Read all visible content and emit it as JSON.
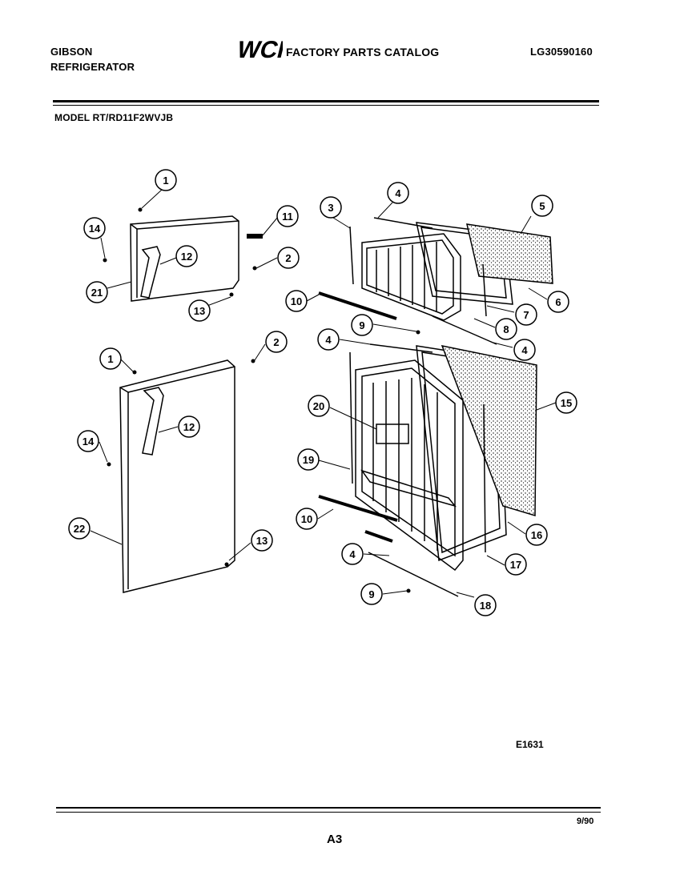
{
  "header": {
    "brand_line1": "GIBSON",
    "brand_line2": "REFRIGERATOR",
    "logo_text": "WCI",
    "catalog_title": "FACTORY PARTS CATALOG",
    "part_number": "LG30590160",
    "model": "MODEL RT/RD11F2WVJB"
  },
  "callouts": [
    "1",
    "14",
    "11",
    "12",
    "2",
    "21",
    "13",
    "3",
    "4",
    "5",
    "10",
    "6",
    "9",
    "7",
    "8",
    "4",
    "1",
    "2",
    "4",
    "15",
    "20",
    "12",
    "14",
    "19",
    "10",
    "16",
    "22",
    "13",
    "4",
    "17",
    "9",
    "18"
  ],
  "footer": {
    "diagram_ref": "E1631",
    "page": "A3",
    "date": "9/90"
  }
}
